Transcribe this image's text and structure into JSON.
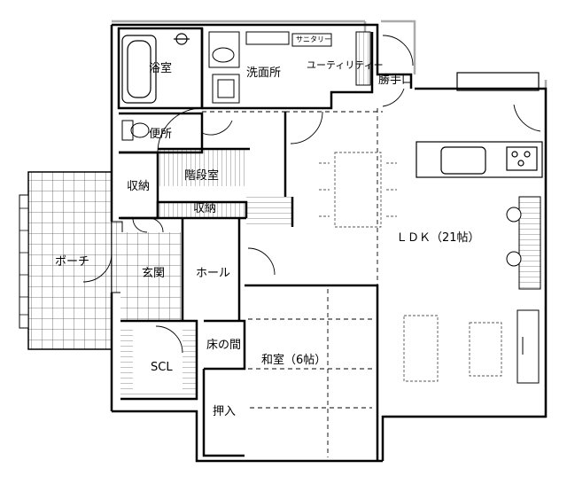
{
  "rooms": {
    "bath": "浴室",
    "washroom": "洗面所",
    "utility": "ユーティリティー",
    "shelf": "サニタリー",
    "back_door": "勝手口",
    "toilet": "便所",
    "storage_1": "収納",
    "stairs": "階段室",
    "storage_2": "収納",
    "porch": "ポーチ",
    "entrance": "玄関",
    "hall": "ホール",
    "scl": "SCL",
    "tokonoma": "床の間",
    "closet": "押入",
    "washitsu": "和室（6帖）",
    "ldk": "ＬＤＫ（21帖）"
  },
  "colors": {
    "wall": "#000000",
    "line": "#333333",
    "outer_wall": "#9a9a9a"
  }
}
